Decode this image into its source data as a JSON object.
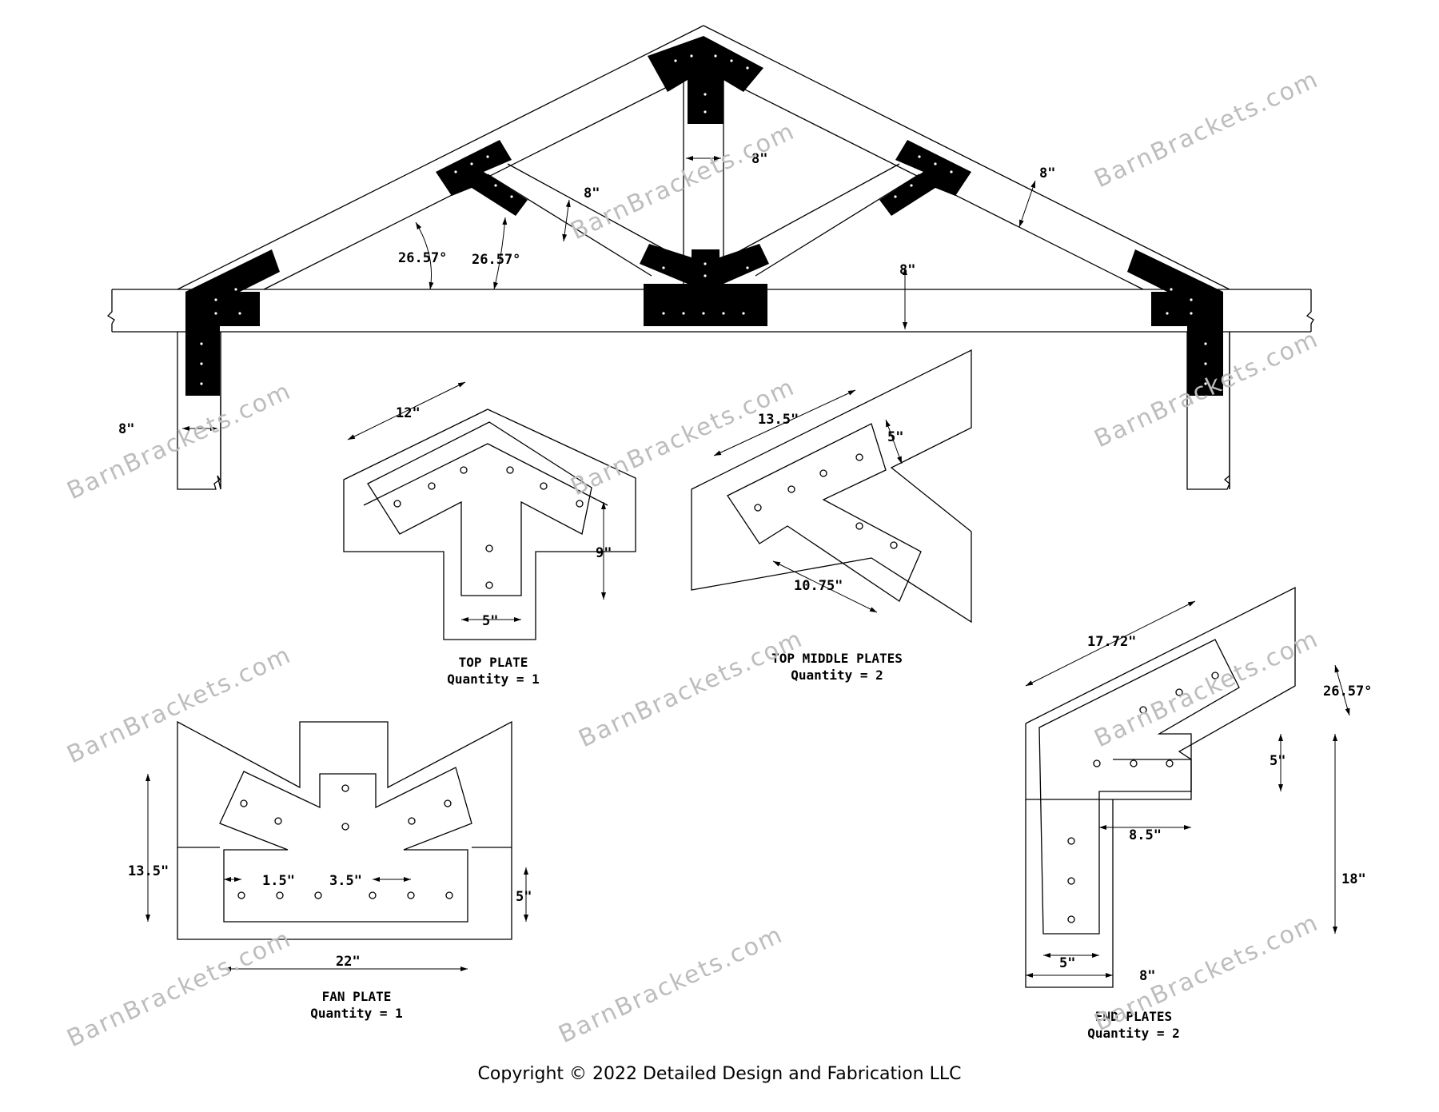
{
  "watermark": "BarnBrackets.com",
  "copyright": "Copyright © 2022 Detailed Design and Fabrication LLC",
  "truss_dims": {
    "d_8_top_post": "8\"",
    "d_8_web": "8\"",
    "d_8_right_rafter": "8\"",
    "d_8_tie": "8\"",
    "d_8_left_post": "8\"",
    "angle_a": "26.57°",
    "angle_b": "26.57°"
  },
  "top_plate": {
    "title": "TOP PLATE",
    "qty": "Quantity = 1",
    "d_width": "12\"",
    "d_height": "9\"",
    "d_leg": "5\""
  },
  "top_middle_plates": {
    "title": "TOP MIDDLE PLATES",
    "qty": "Quantity = 2",
    "d_long": "13.5\"",
    "d_short": "5\"",
    "d_leg": "10.75\""
  },
  "fan_plate": {
    "title": "FAN PLATE",
    "qty": "Quantity = 1",
    "d_height": "13.5\"",
    "d_edge": "1.5\"",
    "d_spacing": "3.5\"",
    "d_band": "5\"",
    "d_width": "22\""
  },
  "end_plates": {
    "title": "END PLATES",
    "qty": "Quantity = 2",
    "d_top": "17.72\"",
    "d_angle": "26.57°",
    "d_arm": "5\"",
    "d_mid": "8.5\"",
    "d_height": "18\"",
    "d_leg": "5\"",
    "d_post": "8\""
  }
}
